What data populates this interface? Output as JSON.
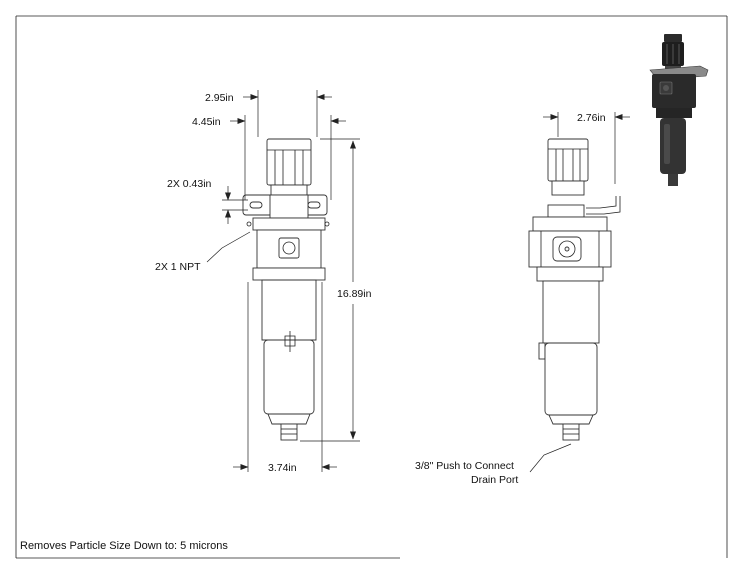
{
  "dimensions": {
    "width_top": "2.95in",
    "width_upper": "4.45in",
    "bracket_slot": "2X 0.43in",
    "port": "2X 1 NPT",
    "height": "16.89in",
    "width_bottom": "3.74in",
    "side_width": "2.76in"
  },
  "notes": {
    "drain_line1": "3/8\" Push to Connect",
    "drain_line2": "Drain Port",
    "spec": "Removes Particle Size Down to: 5 microns"
  }
}
